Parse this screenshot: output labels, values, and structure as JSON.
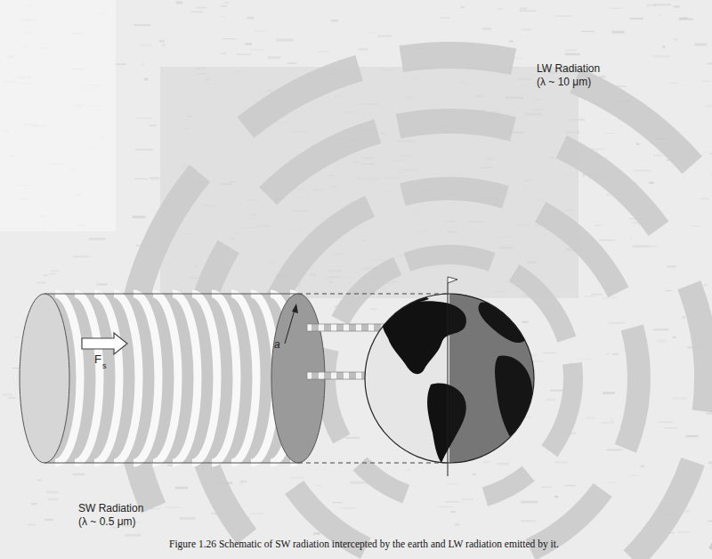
{
  "diagram": {
    "caption": "Figure 1.26 Schematic of SW radiation intercepted by the earth and LW radiation emitted by it.",
    "labels": [
      "LW Radiation",
      "(λ ~ 10 μm)",
      "SW Radiation",
      "(λ ~ 0.5 μm)",
      "F",
      "s",
      "a"
    ]
  }
}
